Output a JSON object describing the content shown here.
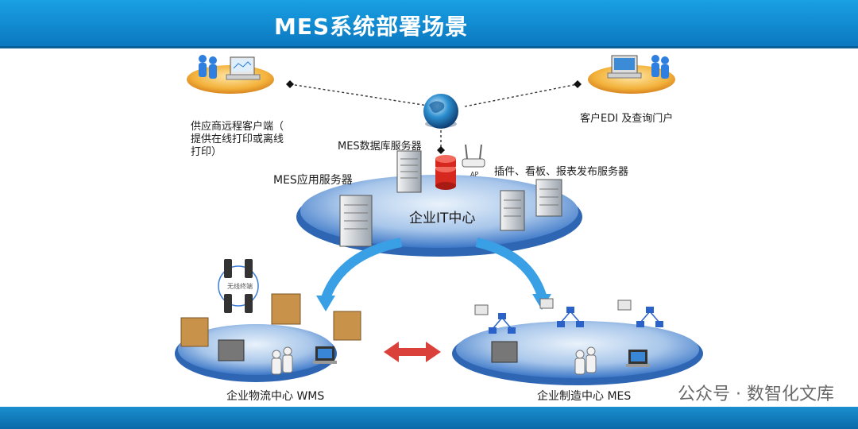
{
  "title": "MES系统部署场景",
  "labels": {
    "supplier_line1": "供应商远程客户端（",
    "supplier_line2": "提供在线打印或离线",
    "supplier_line3": "打印）",
    "customer": "客户EDI 及查询门户",
    "db_server": "MES数据库服务器",
    "app_server": "MES应用服务器",
    "plugin_server": "插件、看板、报表发布服务器",
    "ap": "AP",
    "it_center": "企业IT中心",
    "wireless": "无线终端",
    "wms": "企业物流中心 WMS",
    "mes": "企业制造中心 MES"
  },
  "watermark": "公众号 · 数智化文库",
  "colors": {
    "title_bar": "#1aa0e4",
    "ellipse": "#3d78c8",
    "arrow_red": "#d9413a"
  }
}
